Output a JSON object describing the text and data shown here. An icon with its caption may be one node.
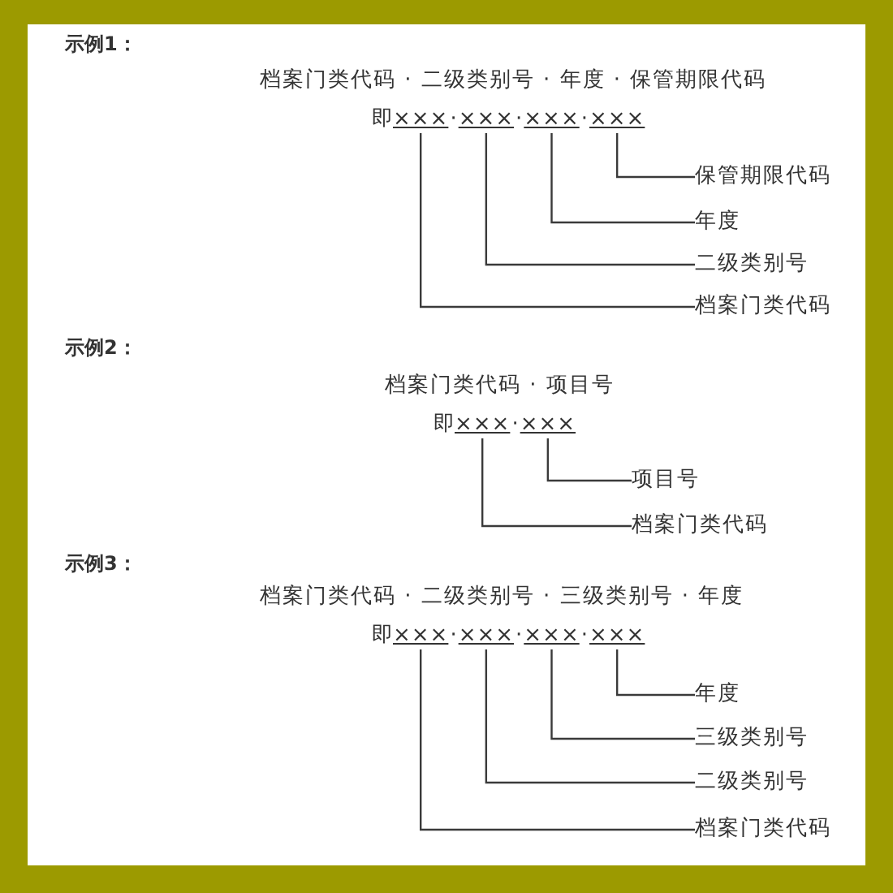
{
  "diagram": {
    "nodes": [
      {
        "text": [
          "×××"
        ]
      },
      {
        "text": [
          "×××"
        ]
      },
      {
        "text": [
          "×××"
        ]
      },
      {
        "text": [
          "×××"
        ]
      },
      {
        "text": [
          "保管期限代码"
        ]
      },
      {
        "text": [
          "年度"
        ]
      },
      {
        "text": [
          "二级类别号"
        ]
      },
      {
        "text": [
          "档案门类代码"
        ]
      },
      {
        "text": [
          "×××"
        ]
      },
      {
        "text": [
          "×××"
        ]
      },
      {
        "text": [
          "项目号"
        ]
      },
      {
        "text": [
          "档案门类代码"
        ]
      },
      {
        "text": [
          "×××"
        ]
      },
      {
        "text": [
          "×××"
        ]
      },
      {
        "text": [
          "×××"
        ]
      },
      {
        "text": [
          "×××"
        ]
      },
      {
        "text": [
          "年度"
        ]
      },
      {
        "text": [
          "三级类别号"
        ]
      },
      {
        "text": [
          "二级类别号"
        ]
      },
      {
        "text": [
          "档案门类代码"
        ]
      }
    ],
    "edges": [
      {
        "from": 4,
        "to": 3,
        "arrow": "none"
      },
      {
        "from": 5,
        "to": 2,
        "arrow": "none"
      },
      {
        "from": 6,
        "to": 1,
        "arrow": "none"
      },
      {
        "from": 7,
        "to": 0,
        "arrow": "none"
      },
      {
        "from": 10,
        "to": 9,
        "arrow": "none"
      },
      {
        "from": 11,
        "to": 8,
        "arrow": "none"
      },
      {
        "from": 16,
        "to": 15,
        "arrow": "none"
      },
      {
        "from": 17,
        "to": 14,
        "arrow": "none"
      },
      {
        "from": 18,
        "to": 13,
        "arrow": "none"
      },
      {
        "from": 19,
        "to": 12,
        "arrow": "none"
      }
    ],
    "labels": [
      "示例1：",
      "档案门类代码 · 二级类别号 · 年度 · 保管期限代码",
      "即",
      "·",
      "·",
      "·",
      "示例2：",
      "档案门类代码 · 项目号",
      "即",
      "·",
      "示例3：",
      "档案门类代码 · 二级类别号 · 三级类别号 · 年度",
      "即",
      "·",
      "·",
      "·"
    ]
  }
}
